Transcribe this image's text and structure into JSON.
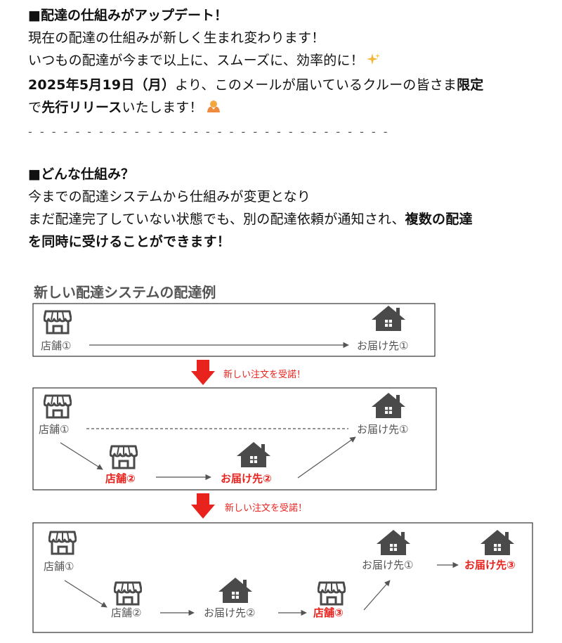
{
  "section1": {
    "heading": "■配達の仕組みがアップデート！",
    "line1": "現在の配達の仕組みが新しく生まれ変わります！",
    "line2": "いつもの配達が今まで以上に、スムーズに、効率的に！",
    "line3_date": "2025年5月19日（月）",
    "line3_mid": "より、このメールが届いているクルーの皆さま",
    "line3_bold": "限定",
    "line4_pre": "で",
    "line4_bold": "先行リリース",
    "line4_post": "いたします！",
    "separator": "- - - - - - - - - - - - - - - - - - - - - - - - - - - - - - -"
  },
  "section2": {
    "heading": "■どんな仕組み？",
    "line1": "今までの配達システムから仕組みが変更となり",
    "line2_pre": "まだ配達完了していない状態でも、別の配達依頼が通知され、",
    "line2_bold": "複数の配達",
    "line3_bold": "を同時に受けることができます！"
  },
  "diagram": {
    "title": "新しい配達システムの配達例",
    "new_order_note": "新しい注文を受諾！",
    "store1": "店舗①",
    "store2": "店舗②",
    "store3": "店舗③",
    "dest1": "お届け先①",
    "dest2": "お届け先②",
    "dest3": "お届け先③"
  },
  "colors": {
    "accent_red": "#e8231e",
    "icon_gray": "#4a4a4a",
    "label_gray": "#555555"
  },
  "icons": [
    "sparkle-icon",
    "hands-emoji-icon",
    "store-icon",
    "house-icon",
    "down-arrow-icon"
  ]
}
